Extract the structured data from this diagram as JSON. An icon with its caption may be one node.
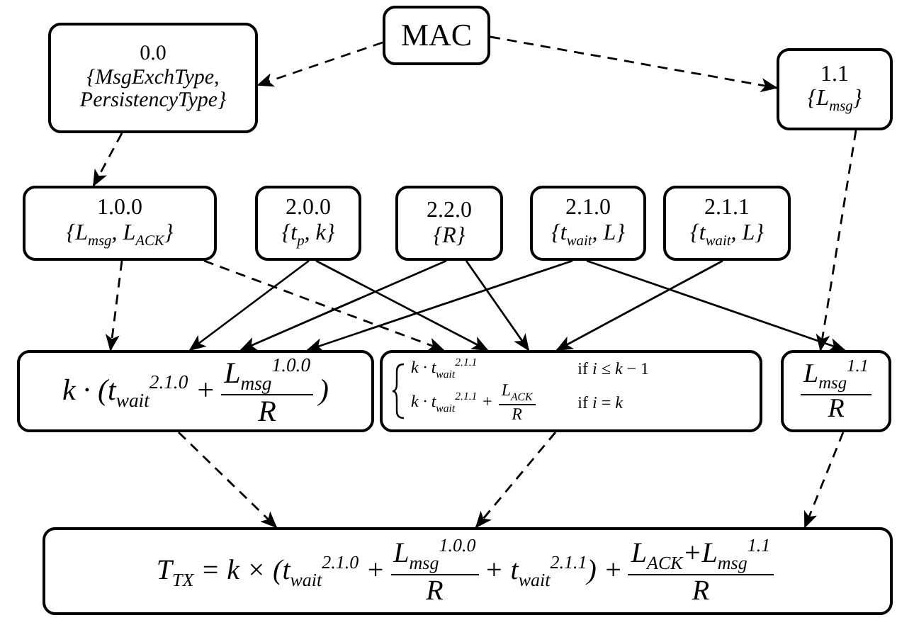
{
  "diagram": {
    "nodes": [
      {
        "text": [
          "MAC"
        ]
      },
      {
        "text": [
          "0.0",
          "{MsgExchType, PersistencyType}"
        ]
      },
      {
        "text": [
          "1.1",
          "{L$_{msg}$}"
        ]
      },
      {
        "text": [
          "1.0.0",
          "{L$_{msg}$, L$_{ACK}$}"
        ]
      },
      {
        "text": [
          "2.0.0",
          "{t$_{p}$, k}"
        ]
      },
      {
        "text": [
          "2.2.0",
          "{R}"
        ]
      },
      {
        "text": [
          "2.1.0",
          "{t$_{wait}$, L}"
        ]
      },
      {
        "text": [
          "2.1.1",
          "{t$_{wait}$, L}"
        ]
      },
      {
        "text": [
          "k · (t$_{wait}$$^{2.1.0}$ +",
          "L$_{msg}$$^{1.0.0}$",
          "R",
          ")"
        ]
      },
      {
        "text": [
          "k · t$_{wait}$$^{2.1.1}$",
          "if *i* ≤ *k* − 1",
          "k · t$_{wait}$$^{2.1.1}$ +",
          "L$_{ACK}$",
          "R",
          "if *i* = *k*"
        ]
      },
      {
        "text": [
          "L$_{msg}$$^{1.1}$",
          "R"
        ]
      },
      {
        "text": [
          "T$_{TX}$ = k × (t$_{wait}$$^{2.1.0}$ +",
          "L$_{msg}$$^{1.0.0}$",
          "R",
          "+ t$_{wait}$$^{2.1.1}$) +",
          "L$_{ACK}$+L$_{msg}$$^{1.1}$",
          "R"
        ]
      }
    ],
    "edges": [
      {
        "from": 0,
        "to": 1,
        "arrow": "to",
        "style": "dashed"
      },
      {
        "from": 0,
        "to": 2,
        "arrow": "to",
        "style": "dashed"
      },
      {
        "from": 1,
        "to": 3,
        "arrow": "to",
        "style": "dashed"
      },
      {
        "from": 2,
        "to": 10,
        "arrow": "to",
        "style": "dashed"
      },
      {
        "from": 3,
        "to": 8,
        "arrow": "to",
        "style": "dashed"
      },
      {
        "from": 3,
        "to": 9,
        "arrow": "to",
        "style": "dashed"
      },
      {
        "from": 4,
        "to": 8,
        "arrow": "to"
      },
      {
        "from": 4,
        "to": 9,
        "arrow": "to"
      },
      {
        "from": 5,
        "to": 8,
        "arrow": "to"
      },
      {
        "from": 5,
        "to": 9,
        "arrow": "to"
      },
      {
        "from": 6,
        "to": 8,
        "arrow": "to"
      },
      {
        "from": 6,
        "to": 10,
        "arrow": "to"
      },
      {
        "from": 7,
        "to": 9,
        "arrow": "to"
      },
      {
        "from": 8,
        "to": 11,
        "arrow": "to",
        "style": "dashed"
      },
      {
        "from": 9,
        "to": 11,
        "arrow": "to",
        "style": "dashed"
      },
      {
        "from": 10,
        "to": 11,
        "arrow": "to",
        "style": "dashed"
      }
    ]
  }
}
